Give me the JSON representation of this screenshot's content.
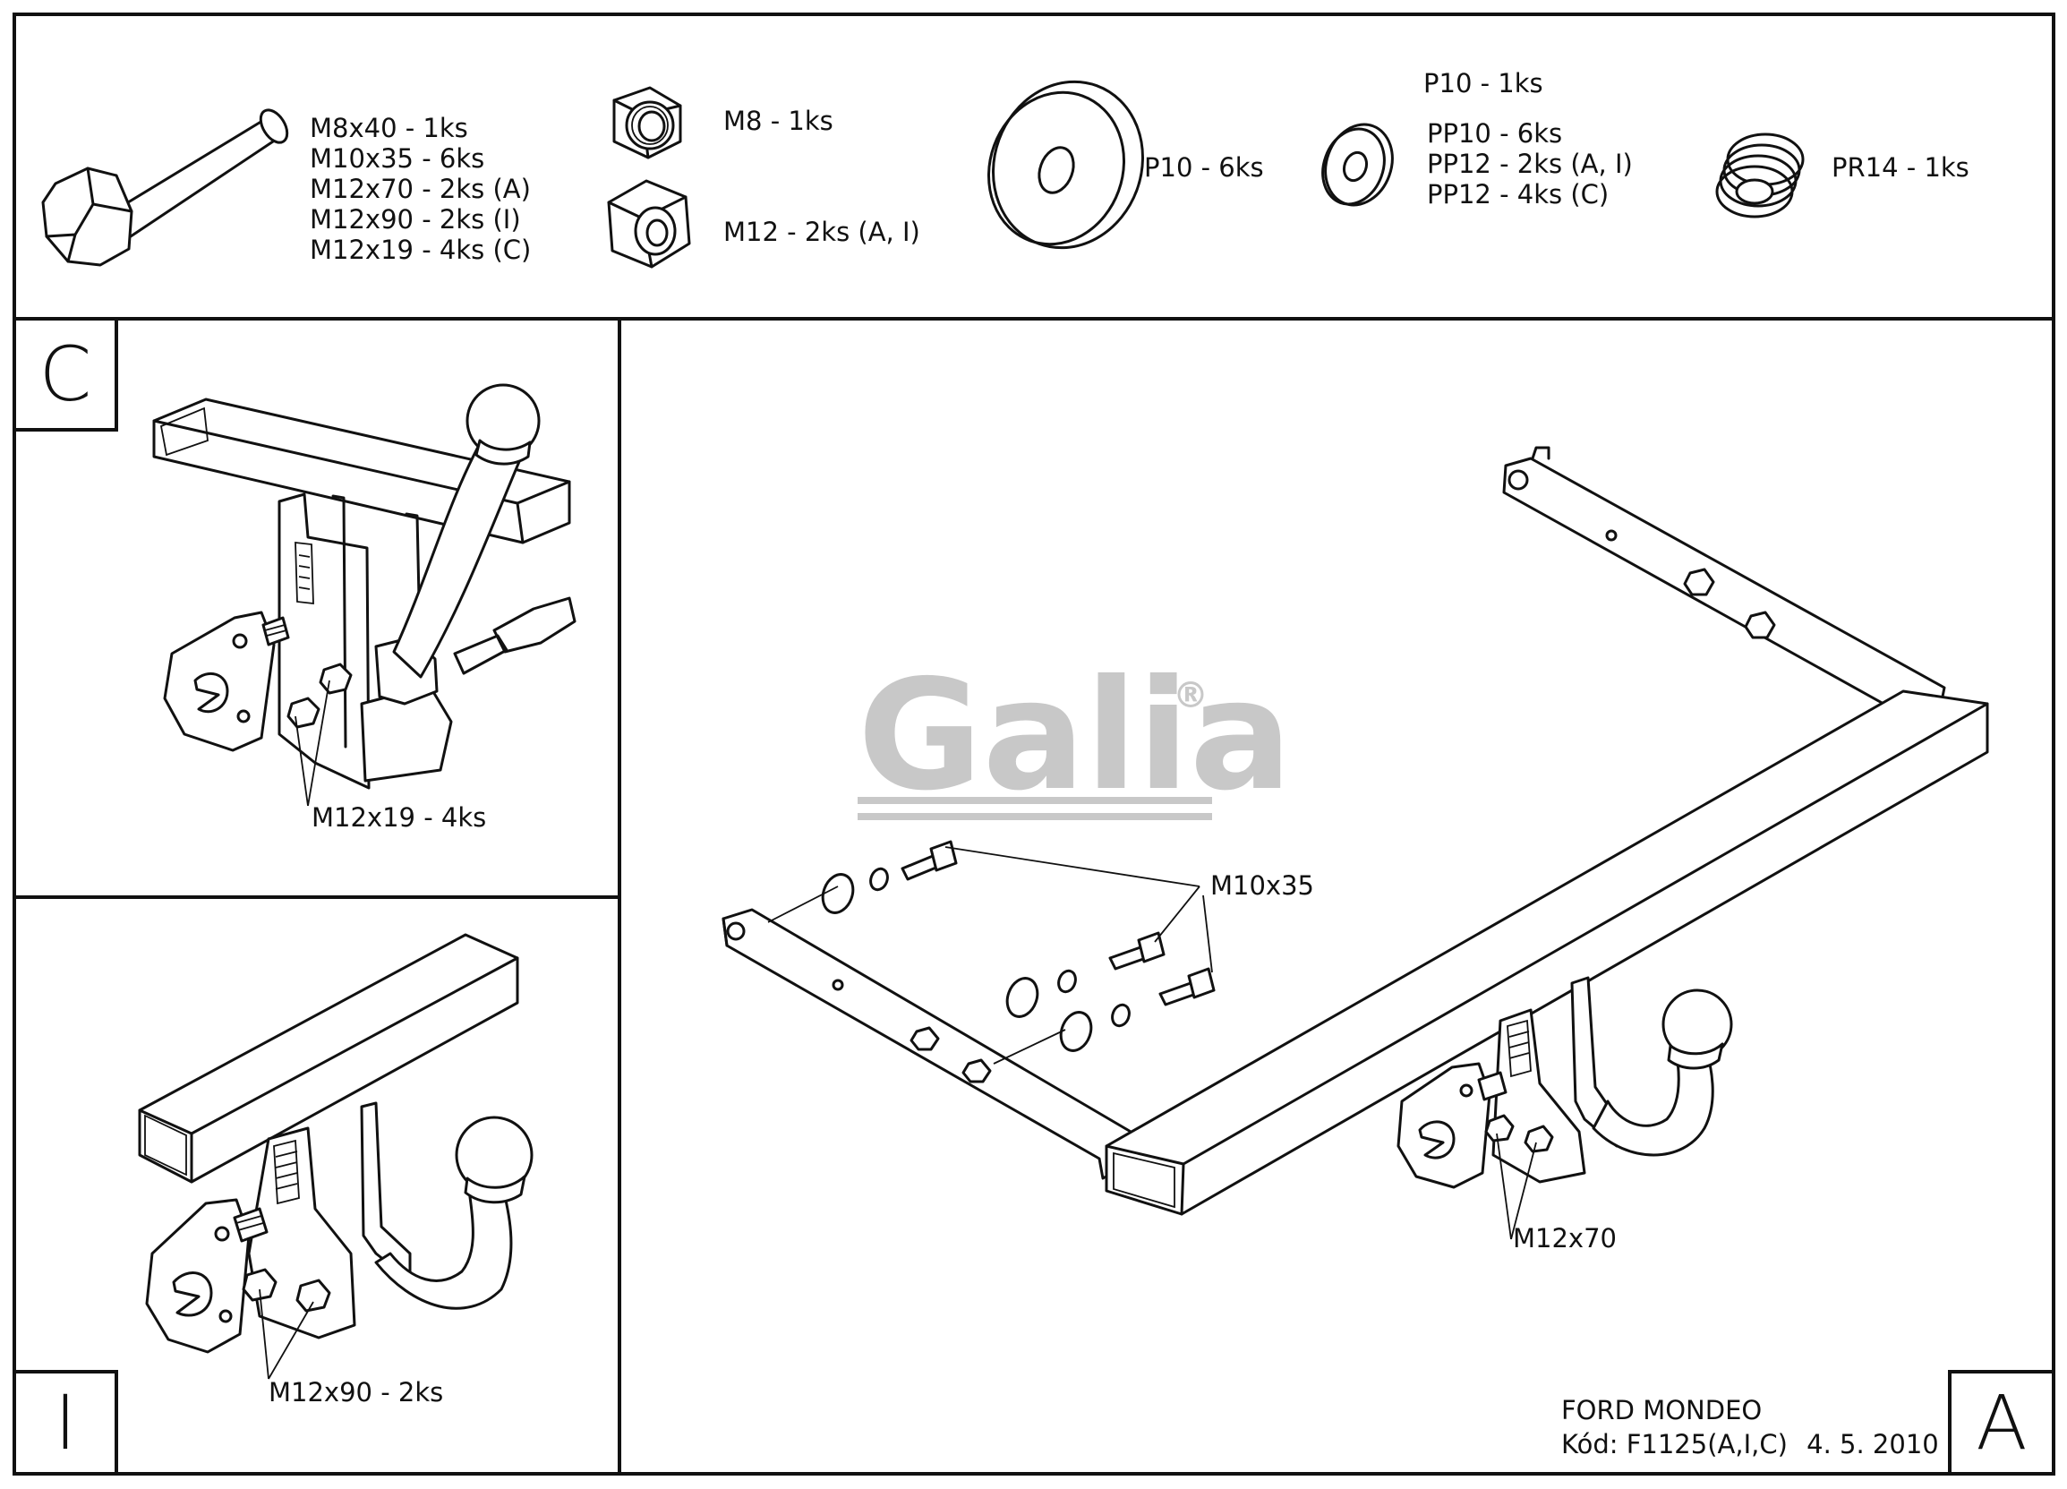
{
  "parts": {
    "bolt": [
      "M8x40 - 1ks",
      "M10x35 - 6ks",
      "M12x70 - 2ks (A)",
      "M12x90 - 2ks (I)",
      "M12x19 - 4ks (C)"
    ],
    "nut_m8": "M8 - 1ks",
    "nut_m12": "M12 - 2ks (A, I)",
    "washer_p10": "P10 - 6ks",
    "washer_p10_single": "P10 - 1ks",
    "spring_washers": [
      "PP10 - 6ks",
      "PP12 - 2ks (A, I)",
      "PP12 - 4ks (C)"
    ],
    "spring": "PR14 - 1ks"
  },
  "panels": {
    "c": {
      "letter": "C",
      "callout": "M12x19 - 4ks"
    },
    "i": {
      "letter": "I",
      "callout": "M12x90 - 2ks"
    },
    "a": {
      "letter": "A",
      "callout_bolts": "M10x35",
      "callout_ball": "M12x70"
    }
  },
  "logo": {
    "text": "Galia",
    "registered": "®"
  },
  "title_block": {
    "vehicle": "FORD MONDEO",
    "code_label": "Kód:",
    "code": "F1125(A,I,C)",
    "date": "4. 5. 2010"
  },
  "colors": {
    "line": "#111111",
    "logo": "#c8c8c8",
    "background": "#ffffff"
  }
}
